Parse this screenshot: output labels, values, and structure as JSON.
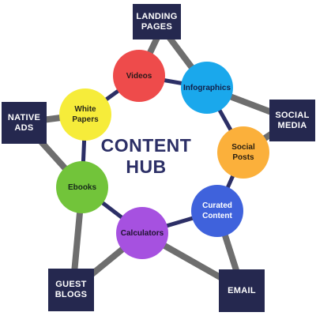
{
  "hub": {
    "title_line1": "CONTENT",
    "title_line2": "HUB"
  },
  "nodes": {
    "videos": {
      "label": "Videos",
      "color": "#ee4b4b"
    },
    "infographics": {
      "label": "Infographics",
      "color": "#1aa8ec"
    },
    "white_papers": {
      "label_line1": "White",
      "label_line2": "Papers",
      "color": "#f6ec3a"
    },
    "social_posts": {
      "label_line1": "Social",
      "label_line2": "Posts",
      "color": "#fbb03b"
    },
    "ebooks": {
      "label": "Ebooks",
      "color": "#72c43a"
    },
    "curated_content": {
      "label_line1": "Curated",
      "label_line2": "Content",
      "color": "#3f62dc"
    },
    "calculators": {
      "label": "Calculators",
      "color": "#a651e0"
    }
  },
  "channels": {
    "landing_pages": {
      "line1": "LANDING",
      "line2": "PAGES"
    },
    "social_media": {
      "line1": "SOCIAL",
      "line2": "MEDIA"
    },
    "native_ads": {
      "line1": "NATIVE",
      "line2": "ADS"
    },
    "guest_blogs": {
      "line1": "GUEST",
      "line2": "BLOGS"
    },
    "email": {
      "line1": "EMAIL"
    }
  },
  "colors": {
    "box_bg": "#25284f",
    "hub_text": "#2c2f66",
    "ring": "#2c2f66",
    "spoke": "#6e6e6e"
  }
}
